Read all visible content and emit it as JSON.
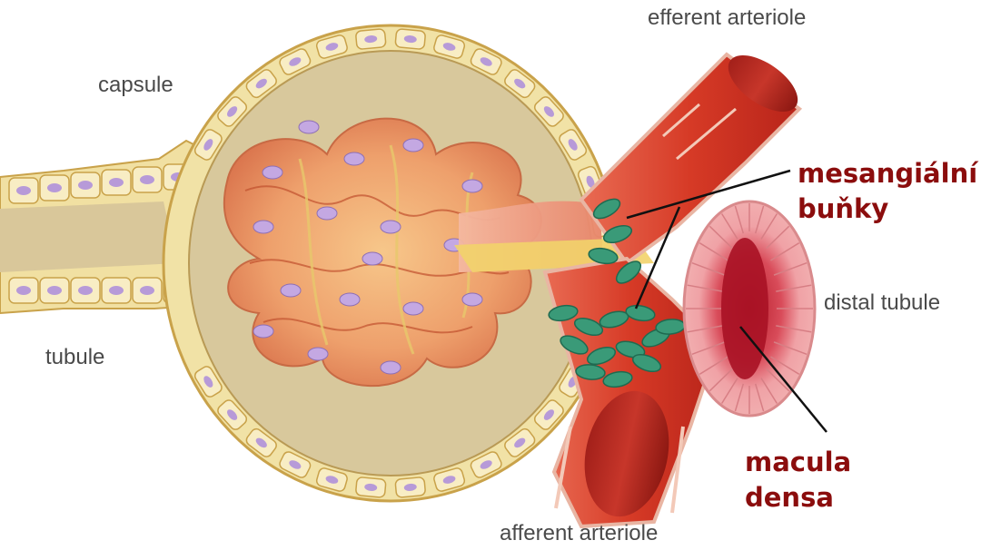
{
  "labels": {
    "efferent": "efferent arteriole",
    "capsule": "capsule",
    "tubule": "tubule",
    "distal": "distal tubule",
    "afferent": "afferent arteriole"
  },
  "highlights": {
    "mesangial_line1": "mesangiální",
    "mesangial_line2": "buňky",
    "macula_line1": "macula",
    "macula_line2": "densa"
  },
  "colors": {
    "highlight_text": "#8b0d0d",
    "label_text": "#4a4a4a",
    "capsule_fill": "#f3e3a4",
    "vessel_red": "#d8412c",
    "mesangial_green": "#3a9a78",
    "nucleus_purple": "#b79ad8"
  }
}
